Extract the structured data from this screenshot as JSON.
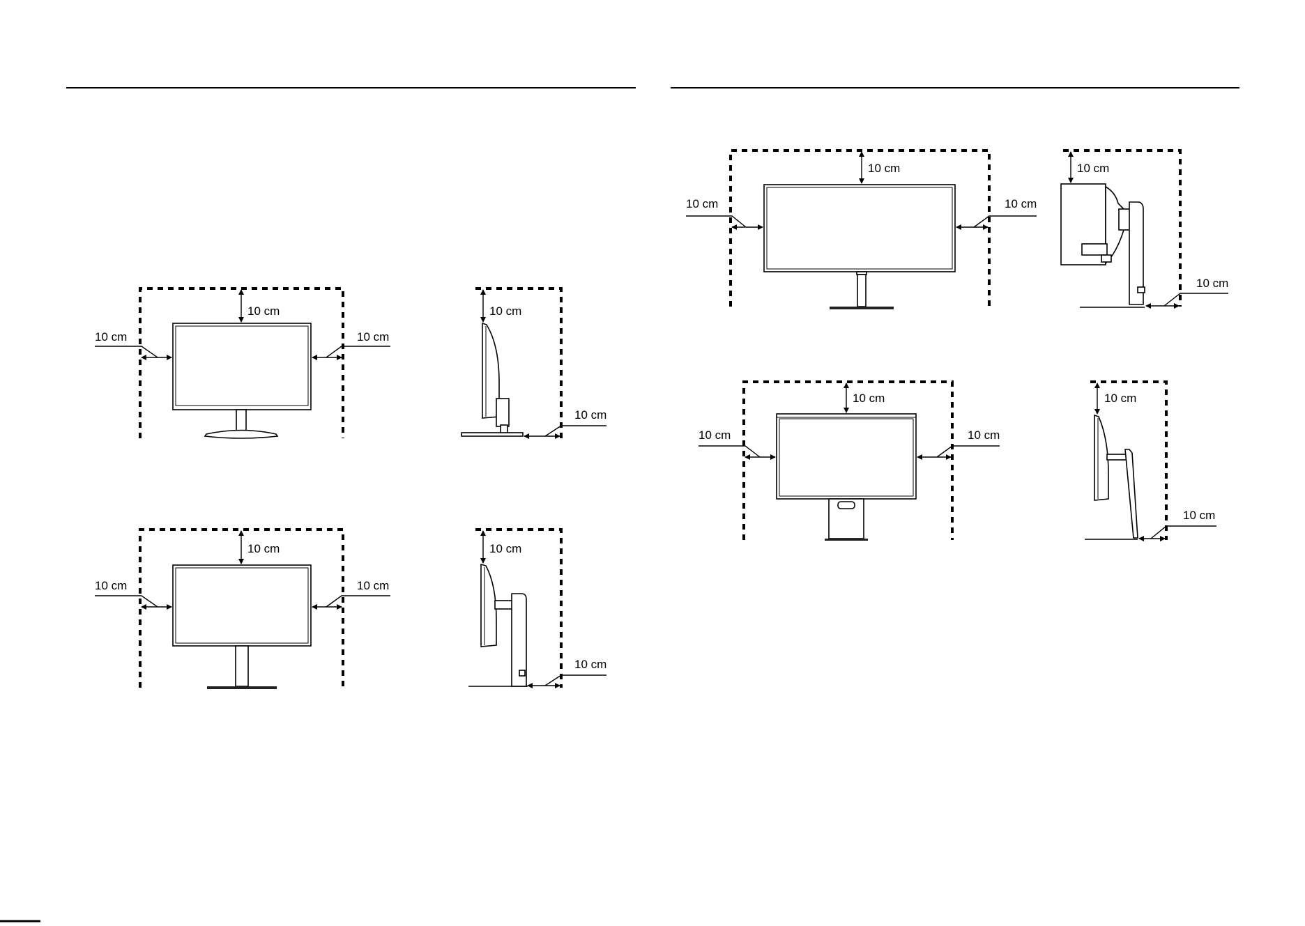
{
  "clearance_label": "10 cm",
  "colors": {
    "ink": "#000000",
    "background": "#ffffff"
  },
  "diagrams": [
    {
      "id": "top-left-front",
      "view": "front"
    },
    {
      "id": "top-left-side",
      "view": "side"
    },
    {
      "id": "bottom-left-front",
      "view": "front"
    },
    {
      "id": "bottom-left-side",
      "view": "side"
    },
    {
      "id": "right-ultrawide-front",
      "view": "front"
    },
    {
      "id": "right-ultrawide-side",
      "view": "side"
    },
    {
      "id": "right-pivot-front",
      "view": "front"
    },
    {
      "id": "right-pivot-side",
      "view": "side"
    }
  ]
}
